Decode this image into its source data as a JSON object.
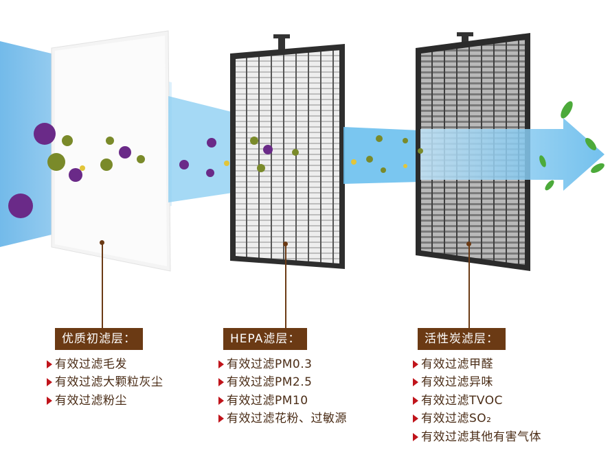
{
  "colors": {
    "title_bg": "#6b3a14",
    "text": "#4a2c16",
    "arrow": "#c0141b",
    "flow_blue": "#7ec7f0",
    "virus_purple": "#6a2a88",
    "virus_green": "#6f7f2a",
    "leaf_green": "#4caa3a"
  },
  "layers": [
    {
      "title": "优质初滤层：",
      "features": [
        "有效过滤毛发",
        "有效过滤大颗粒灰尘",
        "有效过滤粉尘"
      ]
    },
    {
      "title": "HEPA滤层：",
      "features": [
        "有效过滤PM0.3",
        "有效过滤PM2.5",
        "有效过滤PM10",
        "有效过滤花粉、过敏源"
      ]
    },
    {
      "title": "活性炭滤层：",
      "features": [
        "有效过滤甲醛",
        "有效过滤异味",
        "有效过滤TVOC",
        "有效过滤SO₂",
        "有效过滤其他有害气体"
      ]
    }
  ]
}
